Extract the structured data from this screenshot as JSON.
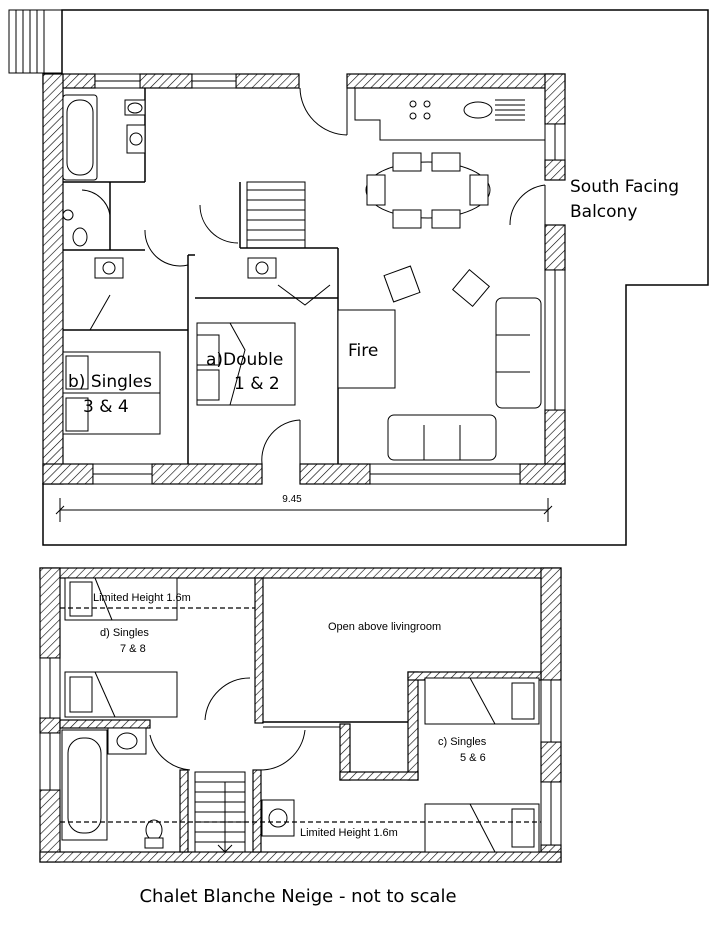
{
  "ground_floor": {
    "dimension": "9.45",
    "balcony_line1": "South Facing",
    "balcony_line2": "Balcony",
    "fire": "Fire",
    "room_a_line1": "a)Double",
    "room_a_line2": "1 & 2",
    "room_b_line1": "b) Singles",
    "room_b_line2": "3 & 4"
  },
  "upper_floor": {
    "limited_height_top": "Limited Height 1.6m",
    "room_d_line1": "d) Singles",
    "room_d_line2": "7 & 8",
    "open_above": "Open above livingroom",
    "room_c_line1": "c) Singles",
    "room_c_line2": "5 & 6",
    "limited_height_bottom": "Limited Height 1.6m"
  },
  "caption": "Chalet Blanche Neige - not to scale"
}
